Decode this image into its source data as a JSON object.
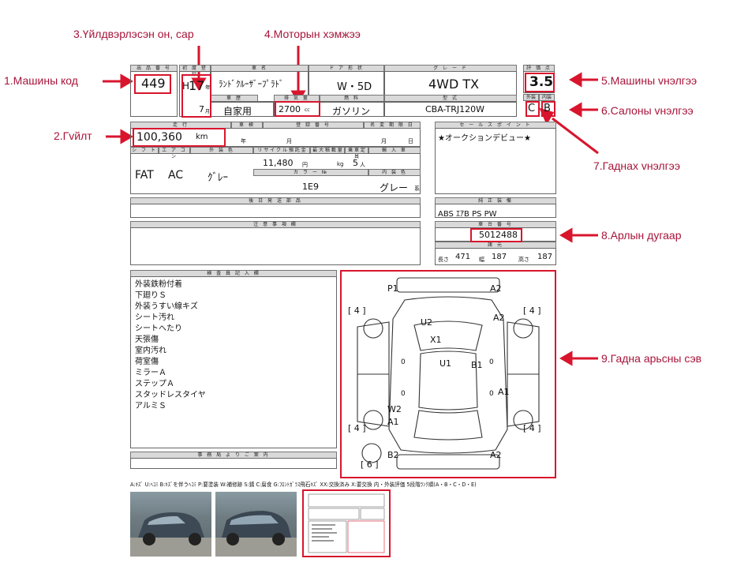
{
  "annotations": {
    "year_month": "3.Үйлдвэрлэсэн он, сар",
    "engine": "4.Моторын хэмжээ",
    "car_code": "1.Машины код",
    "car_score": "5.Машины vнэлгээ",
    "interior_score": "6.Салоны vнэлгээ",
    "mileage": "2.Гvйлт",
    "exterior_score": "7.Гаднах vнэлгээ",
    "chassis": "8.Арлын дугаар",
    "body_map": "9.Гадна арьсны сэв"
  },
  "sheet": {
    "headers": {
      "lot": "出 品 番 号",
      "first_reg": "初 度 登 録",
      "car_name": "車 名",
      "doors": "ド ア 形 状",
      "grade": "グ レ ー ド",
      "score": "評 価 点",
      "history": "車 歴",
      "displacement": "排 気 量",
      "fuel": "燃 料",
      "model": "型 式",
      "ext": "外装",
      "int": "内装",
      "mileage": "走 行",
      "inspection": "車 検",
      "reg_no": "登 録 番 号",
      "name_change": "名 変 期 限 日",
      "selling": "セ ー ル ス ポ イ ン ト",
      "shift": "シ フ ト",
      "ac": "エ ア コ ン",
      "color": "外 装 色",
      "recycle": "リ サ イ ク ル 預 託 金",
      "load": "最 大 積 載 量",
      "capacity": "乗 車 定 員",
      "import": "輸 入 車",
      "color_no": "カ ラ ー №",
      "int_color": "内 装 色",
      "later_parts": "後 日 発 送 部 品",
      "equipment": "純 正 装 備",
      "cautions": "注 意 事 項 欄",
      "frame": "車 台 番 号",
      "dims": "諸 元",
      "inspector": "検 査 員 記 入 欄",
      "office": "事 務 局 よ り ご 案 内"
    },
    "lot_no": "449",
    "era": "H",
    "year": "17",
    "year_unit": "年",
    "month": "7",
    "month_unit": "月",
    "car_name": "ﾗﾝﾄﾞｸﾙｰｻﾞｰﾌﾟﾗﾄﾞ",
    "doors": "W・5D",
    "grade": "4WD TX",
    "score": "3.5",
    "history": "自家用",
    "displacement": "2700",
    "cc": "cc",
    "fuel": "ガソリン",
    "model": "CBA-TRJ120W",
    "ext_grade": "C",
    "int_grade": "B",
    "mileage": "100,360",
    "km": "km",
    "insp_year": "年",
    "insp_month": "月",
    "nc_month": "月",
    "nc_day": "日",
    "selling_point": "★オークションデビュー★",
    "shift": "FAT",
    "ac": "AC",
    "color": "ｸﾞﾚｰ",
    "recycle": "11,480",
    "yen": "円",
    "kg": "kg",
    "capacity": "5",
    "person": "人",
    "color_no": "1E9",
    "int_color": "グレー",
    "int_color_suffix": "系",
    "equipment": "ABS ｴｱB PS PW",
    "frame_no": "5012488",
    "dims": [
      {
        "label": "長さ",
        "value": "471"
      },
      {
        "label": "幅",
        "value": "187"
      },
      {
        "label": "高さ",
        "value": "187"
      }
    ],
    "inspector_notes": [
      "外装鉄粉付着",
      "下廻りＳ",
      "外装うすい線キズ",
      "シート汚れ",
      "シートへたり",
      "天張傷",
      "室内汚れ",
      "荷室傷",
      "ミラーＡ",
      "ステップＡ",
      "スタッドレスタイヤ",
      "アルミＳ"
    ],
    "legend": "A:ｷｽﾞ U:ﾍｺﾐ B:ｷｽﾞを伴うﾍｺﾐ P:要塗装 W:補修跡 S:錆 C:腐食 G:ﾌﾛﾝﾄｶﾞﾗｽ飛石ｷｽﾞ XX:交換済み X:要交換 内・外装評価 5段階ﾗﾝｸ順(A・B・C・D・E)"
  },
  "body_map": {
    "marks": [
      "P1",
      "A2",
      "[ 4 ]",
      "[ 4 ]",
      "U2",
      "A2",
      "X1",
      "U1",
      "B1",
      "A1",
      "W2",
      "A1",
      "[ 4 ]",
      "[ 4 ]",
      "B2",
      "A2",
      "[ 6 ]"
    ],
    "zeros": [
      "0",
      "0",
      "0",
      "0"
    ]
  },
  "thumbnails": [
    "car-front-photo",
    "car-rear-photo",
    "auction-sheet-thumbnail"
  ]
}
